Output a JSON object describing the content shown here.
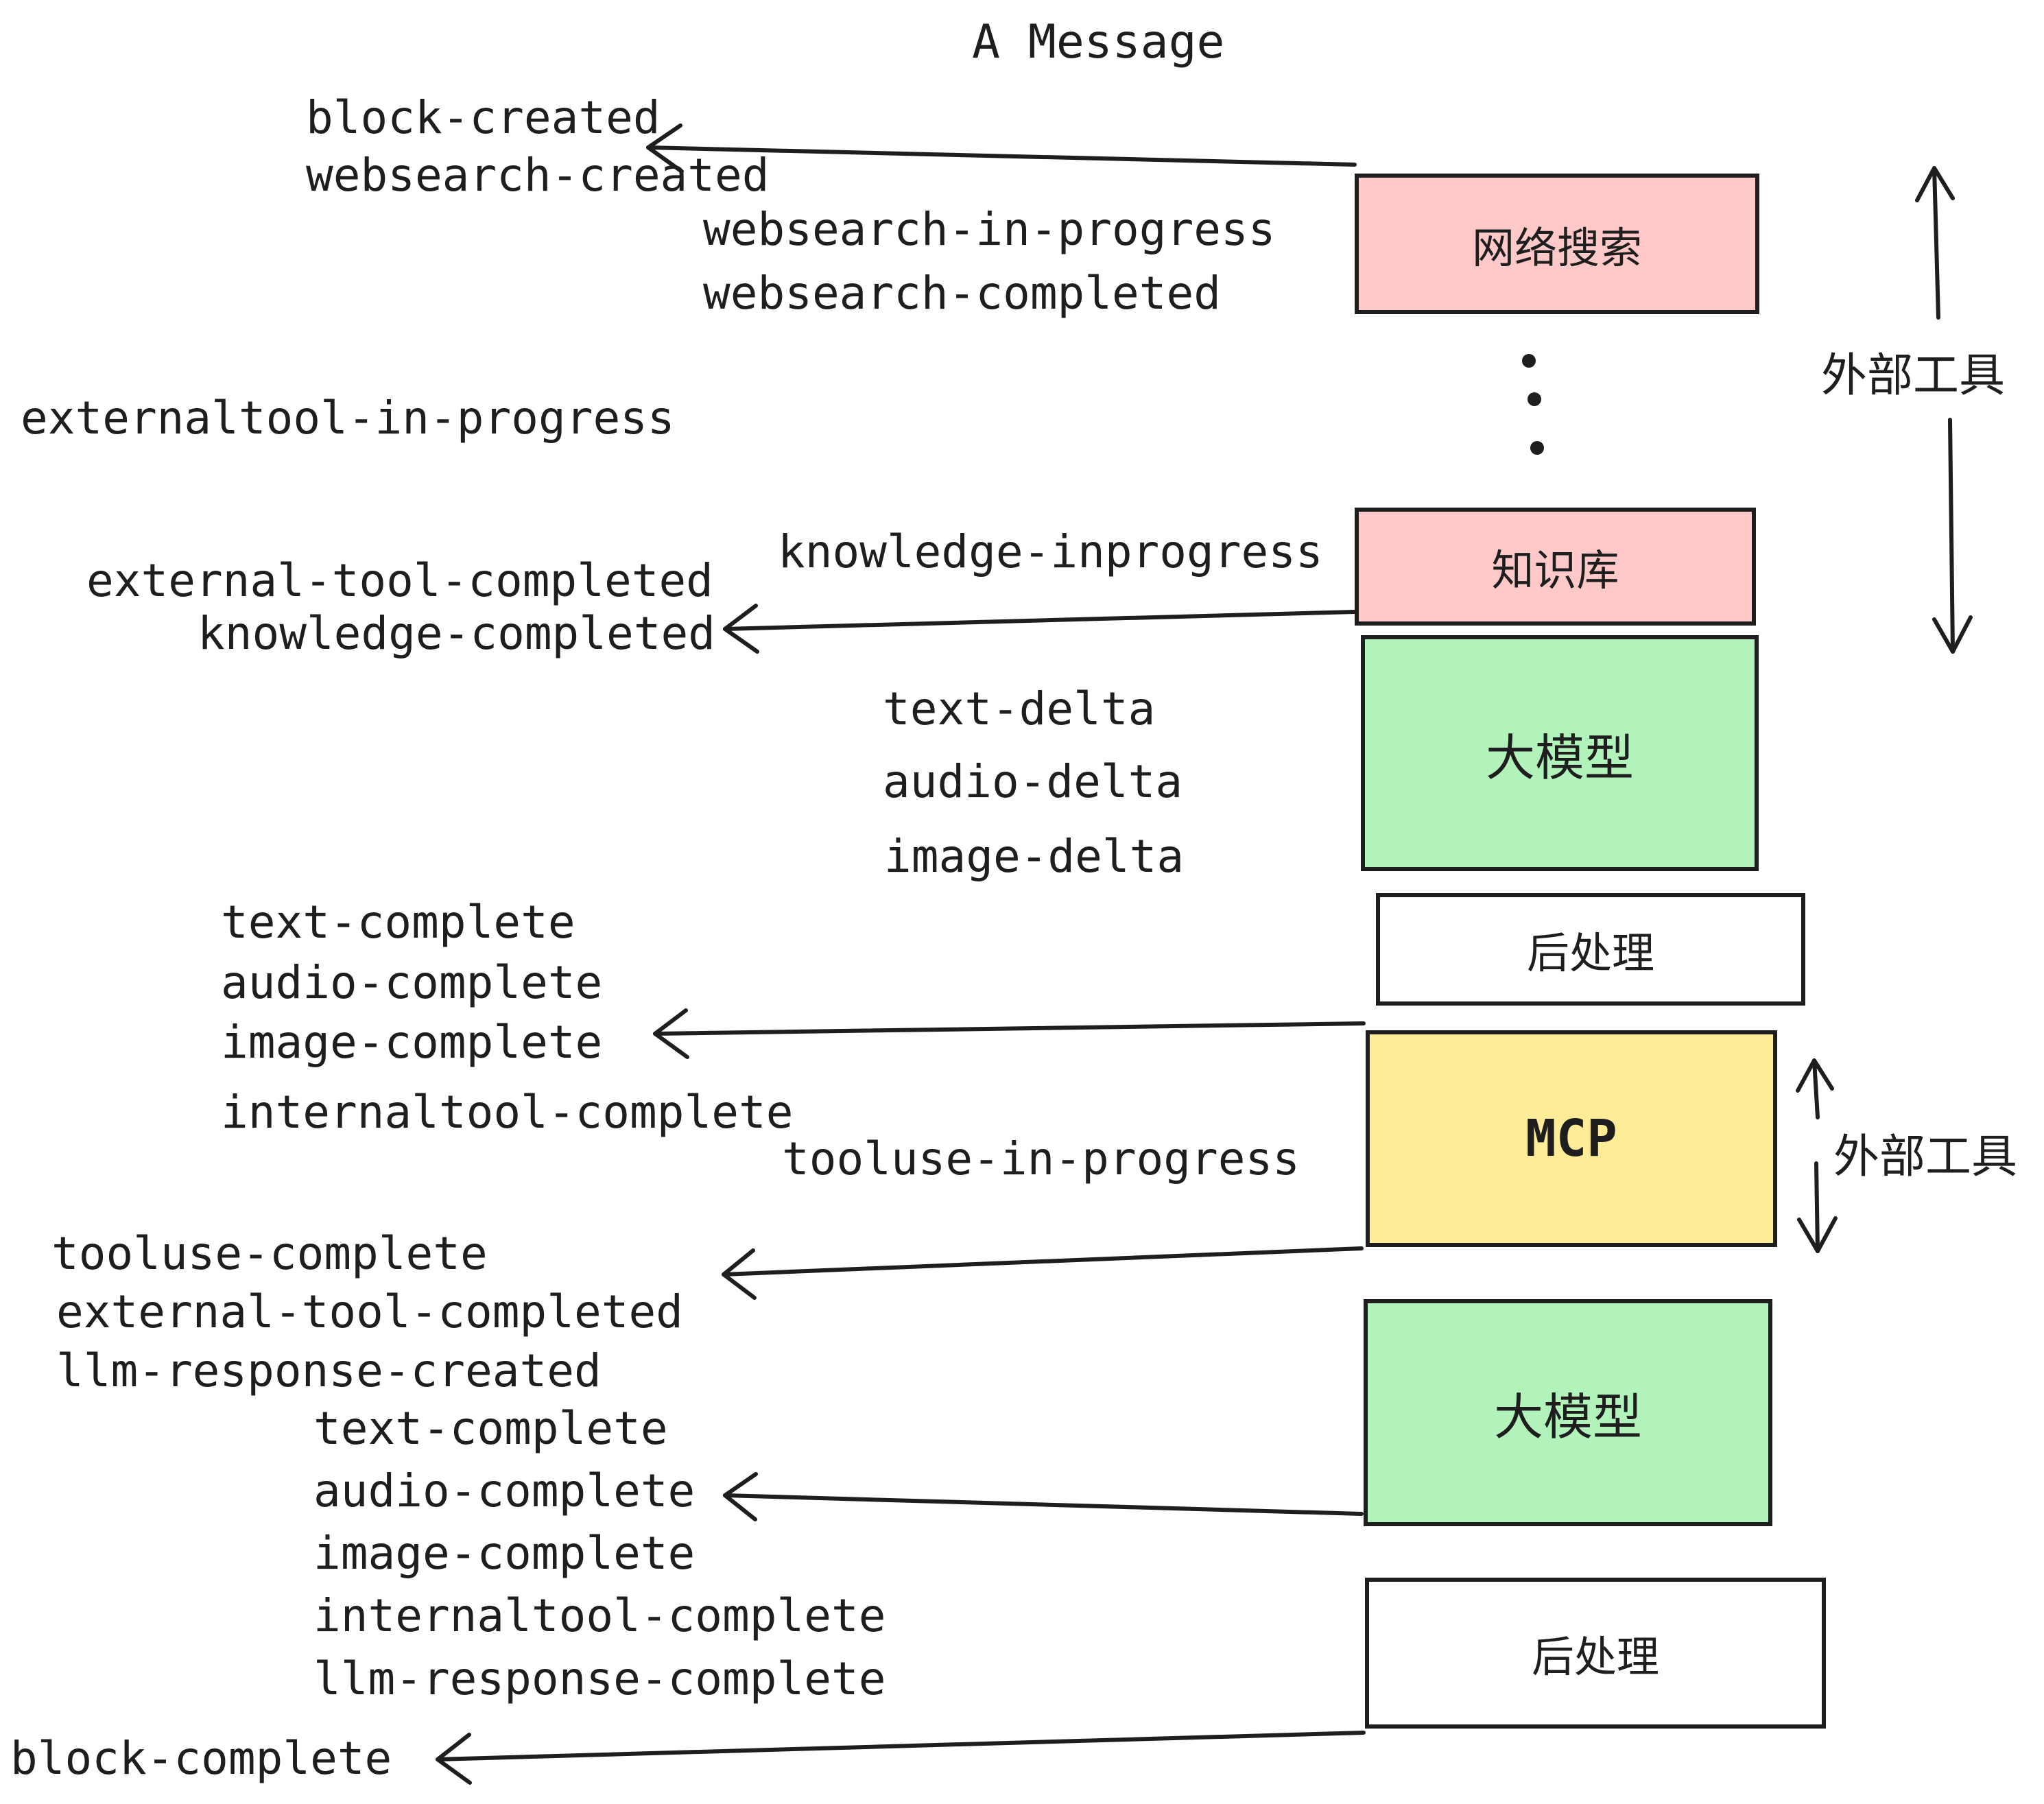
{
  "title": "A Message",
  "colors": {
    "pink": "#ffc9c9",
    "green": "#b2f2bb",
    "yellow": "#ffec99",
    "white": "#ffffff",
    "stroke": "#1e1e1e"
  },
  "boxes": [
    {
      "label": "网络搜索",
      "fill": "pink"
    },
    {
      "label": "知识库",
      "fill": "pink"
    },
    {
      "label": "大模型",
      "fill": "green"
    },
    {
      "label": "后处理",
      "fill": "white"
    },
    {
      "label": "MCP",
      "fill": "yellow"
    },
    {
      "label": "大模型",
      "fill": "green"
    },
    {
      "label": "后处理",
      "fill": "white"
    }
  ],
  "side_labels": [
    {
      "text": "外部工具"
    },
    {
      "text": "外部工具"
    }
  ],
  "events": [
    {
      "text": "block-created"
    },
    {
      "text": "websearch-created"
    },
    {
      "text": "websearch-in-progress"
    },
    {
      "text": "websearch-completed"
    },
    {
      "text": "externaltool-in-progress"
    },
    {
      "text": "knowledge-inprogress"
    },
    {
      "text": "external-tool-completed"
    },
    {
      "text": "knowledge-completed"
    },
    {
      "text": "text-delta"
    },
    {
      "text": "audio-delta"
    },
    {
      "text": "image-delta"
    },
    {
      "text": "text-complete"
    },
    {
      "text": "audio-complete"
    },
    {
      "text": "image-complete"
    },
    {
      "text": "internaltool-complete"
    },
    {
      "text": "tooluse-in-progress"
    },
    {
      "text": "tooluse-complete"
    },
    {
      "text": "external-tool-completed"
    },
    {
      "text": "llm-response-created"
    },
    {
      "text": "text-complete"
    },
    {
      "text": "audio-complete"
    },
    {
      "text": "image-complete"
    },
    {
      "text": "internaltool-complete"
    },
    {
      "text": "llm-response-complete"
    },
    {
      "text": "block-complete"
    }
  ]
}
